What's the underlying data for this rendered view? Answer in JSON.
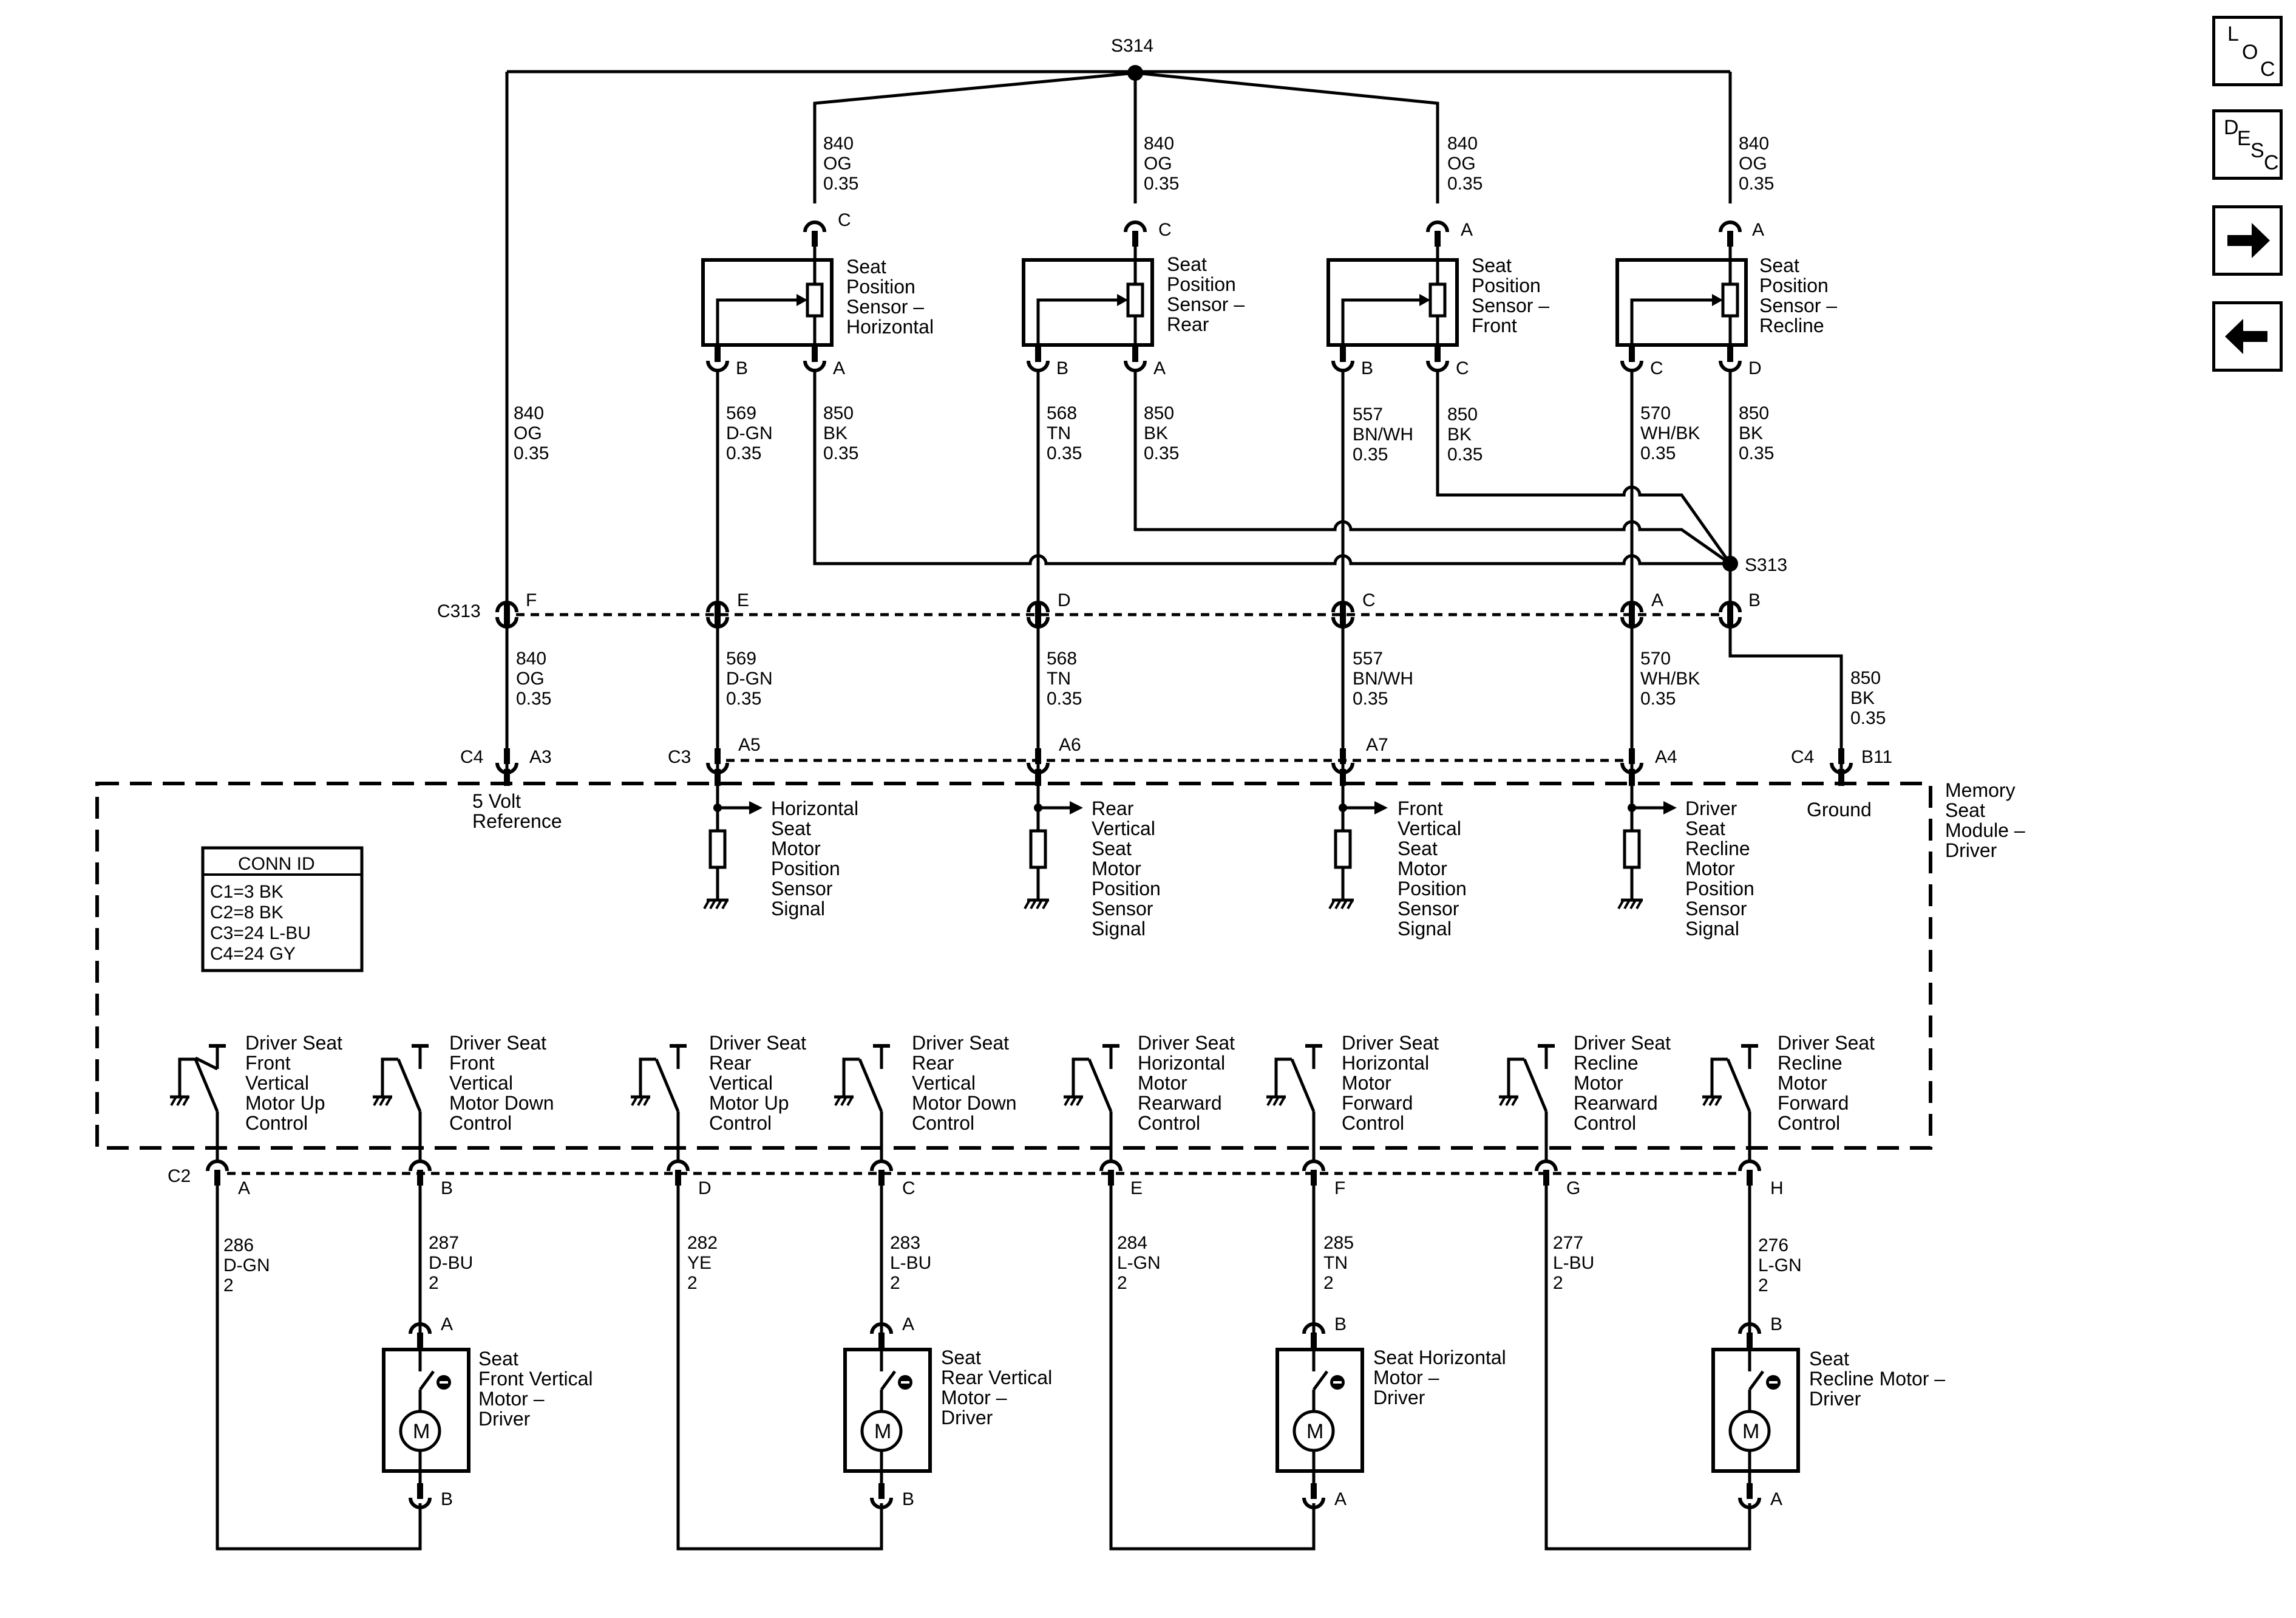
{
  "splices": {
    "top": "S314",
    "mid": "S313"
  },
  "wire_840": {
    "circuit": "840",
    "color": "OG",
    "gauge": "0.35"
  },
  "wire_850": {
    "circuit": "850",
    "color": "BK",
    "gauge": "0.35"
  },
  "wire_569": {
    "circuit": "569",
    "color": "D-GN",
    "gauge": "0.35"
  },
  "wire_568": {
    "circuit": "568",
    "color": "TN",
    "gauge": "0.35"
  },
  "wire_557": {
    "circuit": "557",
    "color": "BN/WH",
    "gauge": "0.35"
  },
  "wire_570": {
    "circuit": "570",
    "color": "WH/BK",
    "gauge": "0.35"
  },
  "wire_286": {
    "circuit": "286",
    "color": "D-GN",
    "gauge": "2"
  },
  "wire_287": {
    "circuit": "287",
    "color": "D-BU",
    "gauge": "2"
  },
  "wire_282": {
    "circuit": "282",
    "color": "YE",
    "gauge": "2"
  },
  "wire_283": {
    "circuit": "283",
    "color": "L-BU",
    "gauge": "2"
  },
  "wire_284": {
    "circuit": "284",
    "color": "L-GN",
    "gauge": "2"
  },
  "wire_285": {
    "circuit": "285",
    "color": "TN",
    "gauge": "2"
  },
  "wire_277": {
    "circuit": "277",
    "color": "L-BU",
    "gauge": "2"
  },
  "wire_276": {
    "circuit": "276",
    "color": "L-GN",
    "gauge": "2"
  },
  "sensors": [
    {
      "l1": "Seat",
      "l2": "Position",
      "l3": "Sensor –",
      "l4": "Horizontal",
      "pin_top": "C",
      "pin_left": "B",
      "pin_right": "A"
    },
    {
      "l1": "Seat",
      "l2": "Position",
      "l3": "Sensor –",
      "l4": "Rear",
      "pin_top": "C",
      "pin_left": "B",
      "pin_right": "A"
    },
    {
      "l1": "Seat",
      "l2": "Position",
      "l3": "Sensor –",
      "l4": "Front",
      "pin_top": "A",
      "pin_left": "B",
      "pin_right": "C"
    },
    {
      "l1": "Seat",
      "l2": "Position",
      "l3": "Sensor –",
      "l4": "Recline",
      "pin_top": "A",
      "pin_left": "C",
      "pin_right": "D"
    }
  ],
  "c313": {
    "name": "C313",
    "pins": [
      "F",
      "E",
      "D",
      "C",
      "A",
      "B"
    ]
  },
  "module_pins": {
    "c4_a": "C4",
    "a3": "A3",
    "c3": "C3",
    "a5": "A5",
    "a6": "A6",
    "a7": "A7",
    "a4": "A4",
    "c4_b": "C4",
    "b11": "B11"
  },
  "module": {
    "l1": "Memory",
    "l2": "Seat",
    "l3": "Module –",
    "l4": "Driver"
  },
  "ref5v": {
    "l1": "5 Volt",
    "l2": "Reference"
  },
  "ground_label": "Ground",
  "signals": [
    {
      "l1": "Horizontal",
      "l2": "Seat",
      "l3": "Motor",
      "l4": "Position",
      "l5": "Sensor",
      "l6": "Signal"
    },
    {
      "l1": "Rear",
      "l2": "Vertical",
      "l3": "Seat",
      "l4": "Motor",
      "l5": "Position",
      "l6": "Sensor",
      "l7": "Signal"
    },
    {
      "l1": "Front",
      "l2": "Vertical",
      "l3": "Seat",
      "l4": "Motor",
      "l5": "Position",
      "l6": "Sensor",
      "l7": "Signal"
    },
    {
      "l1": "Driver",
      "l2": "Seat",
      "l3": "Recline",
      "l4": "Motor",
      "l5": "Position",
      "l6": "Sensor",
      "l7": "Signal"
    }
  ],
  "conn_id": {
    "title": "CONN ID",
    "c1": "C1=3 BK",
    "c2": "C2=8 BK",
    "c3": "C3=24 L-BU",
    "c4": "C4=24 GY"
  },
  "controls": [
    {
      "l1": "Driver Seat",
      "l2": "Front",
      "l3": "Vertical",
      "l4": "Motor Up",
      "l5": "Control"
    },
    {
      "l1": "Driver Seat",
      "l2": "Front",
      "l3": "Vertical",
      "l4": "Motor Down",
      "l5": "Control"
    },
    {
      "l1": "Driver Seat",
      "l2": "Rear",
      "l3": "Vertical",
      "l4": "Motor Up",
      "l5": "Control"
    },
    {
      "l1": "Driver Seat",
      "l2": "Rear",
      "l3": "Vertical",
      "l4": "Motor Down",
      "l5": "Control"
    },
    {
      "l1": "Driver Seat",
      "l2": "Horizontal",
      "l3": "Motor",
      "l4": "Rearward",
      "l5": "Control"
    },
    {
      "l1": "Driver Seat",
      "l2": "Horizontal",
      "l3": "Motor",
      "l4": "Forward",
      "l5": "Control"
    },
    {
      "l1": "Driver Seat",
      "l2": "Recline",
      "l3": "Motor",
      "l4": "Rearward",
      "l5": "Control"
    },
    {
      "l1": "Driver Seat",
      "l2": "Recline",
      "l3": "Motor",
      "l4": "Forward",
      "l5": "Control"
    }
  ],
  "c2": {
    "name": "C2",
    "pins": [
      "A",
      "B",
      "D",
      "C",
      "E",
      "F",
      "G",
      "H"
    ]
  },
  "motors": [
    {
      "l1": "Seat",
      "l2": "Front Vertical",
      "l3": "Motor –",
      "l4": "Driver",
      "pin_top": "A",
      "pin_bottom": "B",
      "symbol": "M"
    },
    {
      "l1": "Seat",
      "l2": "Rear Vertical",
      "l3": "Motor –",
      "l4": "Driver",
      "pin_top": "A",
      "pin_bottom": "B",
      "symbol": "M"
    },
    {
      "l1": "Seat Horizontal",
      "l2": "Motor –",
      "l3": "Driver",
      "pin_top": "B",
      "pin_bottom": "A",
      "symbol": "M"
    },
    {
      "l1": "Seat",
      "l2": "Recline Motor –",
      "l3": "Driver",
      "pin_top": "B",
      "pin_bottom": "A",
      "symbol": "M"
    }
  ],
  "nav": {
    "loc": {
      "a": "L",
      "b": "O",
      "c": "C"
    },
    "desc": {
      "a": "D",
      "b": "E",
      "c": "S",
      "d": "C"
    },
    "next_icon": "arrow-right-icon",
    "prev_icon": "arrow-left-icon"
  }
}
